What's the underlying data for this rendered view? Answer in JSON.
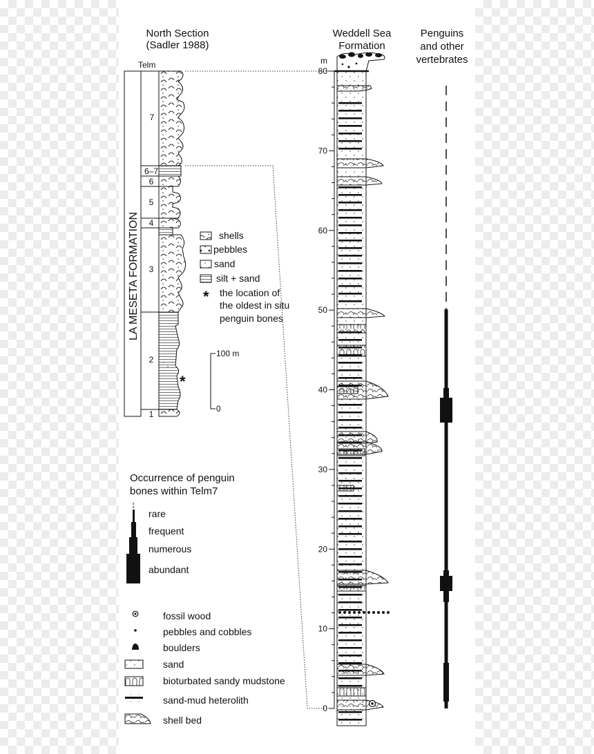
{
  "north_section": {
    "title": "North Section",
    "subtitle": "(Sadler 1988)",
    "formation_label": "LA MESETA FORMATION",
    "telm_label": "Telm",
    "units": [
      "7",
      "6–7",
      "6",
      "5",
      "4",
      "3",
      "2",
      "1"
    ],
    "scale": {
      "top": "100 m",
      "bottom": "0"
    }
  },
  "lithology_legend": {
    "shells": "shells",
    "pebbles": "pebbles",
    "sand": "sand",
    "silt_sand": "silt + sand",
    "asterisk": "*",
    "oldest_line1": "the location of",
    "oldest_line2": "the oldest in situ",
    "oldest_line3": "penguin bones"
  },
  "weddell": {
    "title_line1": "Weddell Sea",
    "title_line2": "Formation",
    "unit": "m",
    "ticks": [
      "80",
      "70",
      "60",
      "50",
      "40",
      "30",
      "20",
      "10",
      "0"
    ]
  },
  "vertebrates": {
    "title_line1": "Penguins",
    "title_line2": "and other",
    "title_line3": "vertebrates"
  },
  "occurrence_legend": {
    "title_line1": "Occurrence of penguin",
    "title_line2": "bones within Telm7",
    "levels": [
      "rare",
      "frequent",
      "numerous",
      "abundant"
    ]
  },
  "symbol_legend": {
    "items": [
      "fossil wood",
      "pebbles and cobbles",
      "boulders",
      "sand",
      "bioturbated sandy mudstone",
      "sand-mud heterolith",
      "shell bed"
    ]
  },
  "colors": {
    "line": "#111111",
    "background_checker": "#ececec"
  }
}
